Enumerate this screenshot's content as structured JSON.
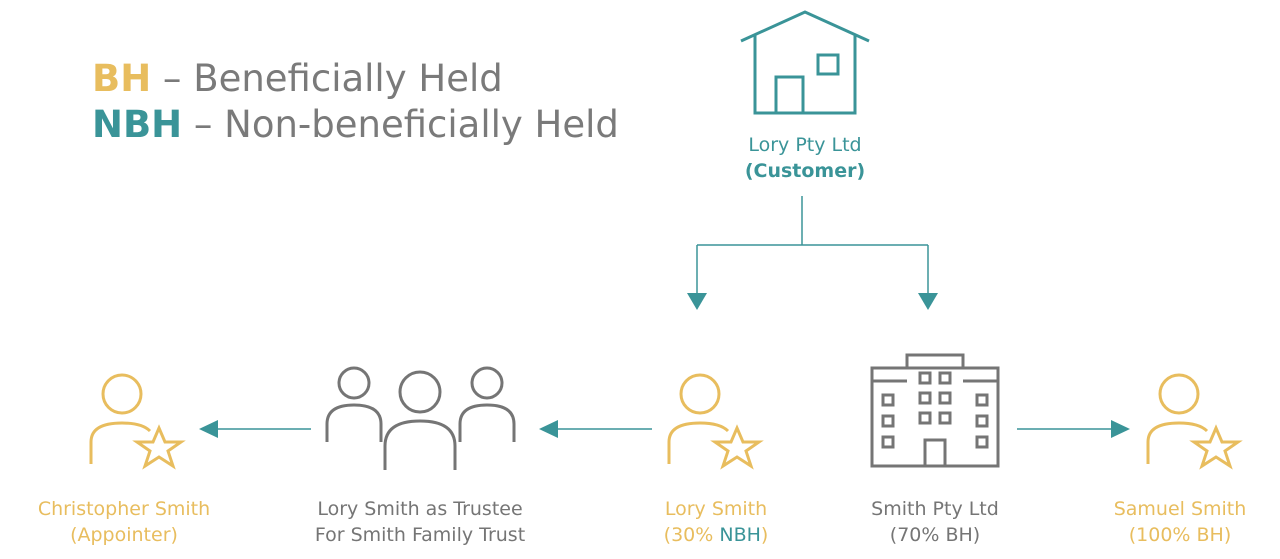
{
  "legend": {
    "bh": {
      "abbr": "BH",
      "text": " – Beneficially Held"
    },
    "nbh": {
      "abbr": "NBH",
      "text": " – Non-beneficially Held"
    }
  },
  "nodes": {
    "customer": {
      "line1": "Lory Pty Ltd",
      "line2": "(Customer)",
      "icon": "house-icon"
    },
    "christopher": {
      "line1": "Christopher Smith",
      "line2": "(Appointer)",
      "icon": "person-star-icon"
    },
    "trustee": {
      "line1": "Lory Smith as Trustee",
      "line2": "For Smith Family Trust",
      "icon": "group-icon"
    },
    "lory": {
      "line1": "Lory Smith",
      "line2_open": "(30% ",
      "line2_abbr": "NBH",
      "line2_close": ")",
      "icon": "person-star-icon"
    },
    "smith_pty": {
      "line1": "Smith Pty Ltd",
      "line2": "(70% BH)",
      "icon": "office-building-icon"
    },
    "samuel": {
      "line1": "Samuel Smith",
      "line2": "(100% BH)",
      "icon": "person-star-icon"
    }
  },
  "colors": {
    "gold": "#e8bd5e",
    "teal": "#3a9498",
    "grey": "#757575"
  }
}
